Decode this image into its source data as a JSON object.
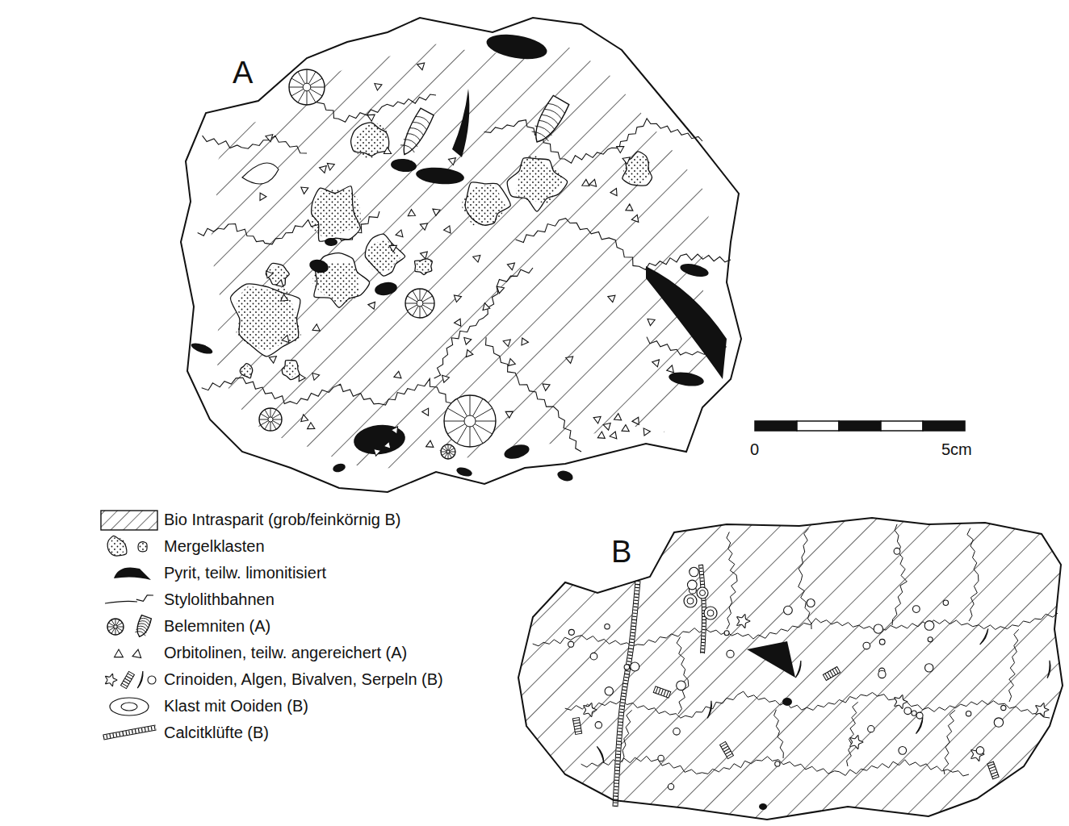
{
  "diagram": {
    "labels": [
      "A",
      "B",
      "0",
      "5cm"
    ],
    "legend": [
      {
        "text": "Bio Intrasparit (grob/feinkörnig B)"
      },
      {
        "text": "Mergelklasten"
      },
      {
        "text": "Pyrit, teilw. limonitisiert"
      },
      {
        "text": "Stylolithbahnen"
      },
      {
        "text": "Belemniten (A)"
      },
      {
        "text": "Orbitolinen, teilw. angereichert (A)"
      },
      {
        "text": "Crinoiden, Algen, Bivalven, Serpeln (B)"
      },
      {
        "text": "Klast mit Ooiden (B)"
      },
      {
        "text": "Calcitklüfte (B)"
      }
    ]
  }
}
